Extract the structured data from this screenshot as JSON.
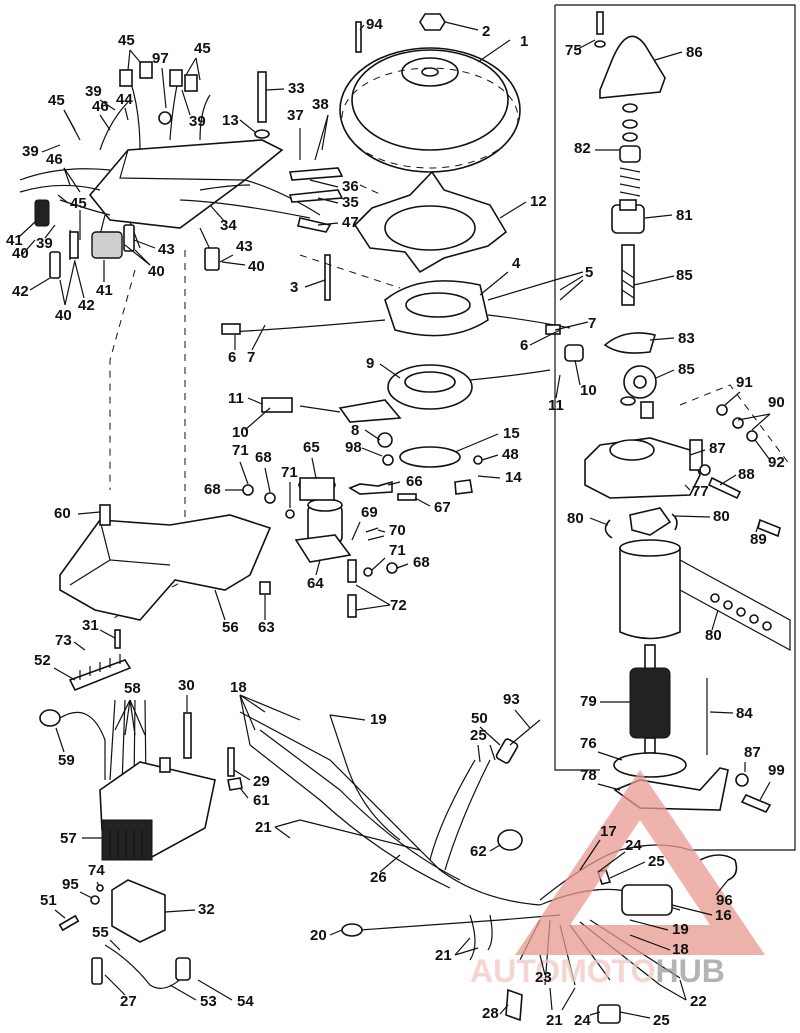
{
  "watermark": {
    "part1": "AUTO",
    "part2": "MOTO",
    "part3": "HUB",
    "color_light": "#f2c7c0",
    "color_dark": "#9a9a9a",
    "triangle_color": "#e79a90"
  },
  "labels": [
    {
      "id": "p1",
      "text": "1"
    },
    {
      "id": "p2",
      "text": "2"
    },
    {
      "id": "p3",
      "text": "3"
    },
    {
      "id": "p4",
      "text": "4"
    },
    {
      "id": "p5",
      "text": "5"
    },
    {
      "id": "p6a",
      "text": "6"
    },
    {
      "id": "p6b",
      "text": "6"
    },
    {
      "id": "p7a",
      "text": "7"
    },
    {
      "id": "p7b",
      "text": "7"
    },
    {
      "id": "p8",
      "text": "8"
    },
    {
      "id": "p9",
      "text": "9"
    },
    {
      "id": "p10a",
      "text": "10"
    },
    {
      "id": "p10b",
      "text": "10"
    },
    {
      "id": "p11a",
      "text": "11"
    },
    {
      "id": "p11b",
      "text": "11"
    },
    {
      "id": "p12",
      "text": "12"
    },
    {
      "id": "p13",
      "text": "13"
    },
    {
      "id": "p14",
      "text": "14"
    },
    {
      "id": "p15",
      "text": "15"
    },
    {
      "id": "p16",
      "text": "16"
    },
    {
      "id": "p17",
      "text": "17"
    },
    {
      "id": "p18a",
      "text": "18"
    },
    {
      "id": "p18b",
      "text": "18"
    },
    {
      "id": "p19a",
      "text": "19"
    },
    {
      "id": "p19b",
      "text": "19"
    },
    {
      "id": "p20",
      "text": "20"
    },
    {
      "id": "p21a",
      "text": "21"
    },
    {
      "id": "p21b",
      "text": "21"
    },
    {
      "id": "p21c",
      "text": "21"
    },
    {
      "id": "p22",
      "text": "22"
    },
    {
      "id": "p23",
      "text": "23"
    },
    {
      "id": "p24a",
      "text": "24"
    },
    {
      "id": "p24b",
      "text": "24"
    },
    {
      "id": "p25a",
      "text": "25"
    },
    {
      "id": "p25b",
      "text": "25"
    },
    {
      "id": "p25c",
      "text": "25"
    },
    {
      "id": "p26",
      "text": "26"
    },
    {
      "id": "p27",
      "text": "27"
    },
    {
      "id": "p28",
      "text": "28"
    },
    {
      "id": "p29",
      "text": "29"
    },
    {
      "id": "p30",
      "text": "30"
    },
    {
      "id": "p31",
      "text": "31"
    },
    {
      "id": "p32",
      "text": "32"
    },
    {
      "id": "p33",
      "text": "33"
    },
    {
      "id": "p34",
      "text": "34"
    },
    {
      "id": "p35",
      "text": "35"
    },
    {
      "id": "p36",
      "text": "36"
    },
    {
      "id": "p37",
      "text": "37"
    },
    {
      "id": "p38",
      "text": "38"
    },
    {
      "id": "p39a",
      "text": "39"
    },
    {
      "id": "p39b",
      "text": "39"
    },
    {
      "id": "p39c",
      "text": "39"
    },
    {
      "id": "p39d",
      "text": "39"
    },
    {
      "id": "p40a",
      "text": "40"
    },
    {
      "id": "p40b",
      "text": "40"
    },
    {
      "id": "p40c",
      "text": "40"
    },
    {
      "id": "p40d",
      "text": "40"
    },
    {
      "id": "p41a",
      "text": "41"
    },
    {
      "id": "p41b",
      "text": "41"
    },
    {
      "id": "p42a",
      "text": "42"
    },
    {
      "id": "p42b",
      "text": "42"
    },
    {
      "id": "p43a",
      "text": "43"
    },
    {
      "id": "p43b",
      "text": "43"
    },
    {
      "id": "p44",
      "text": "44"
    },
    {
      "id": "p45a",
      "text": "45"
    },
    {
      "id": "p45b",
      "text": "45"
    },
    {
      "id": "p45c",
      "text": "45"
    },
    {
      "id": "p45d",
      "text": "45"
    },
    {
      "id": "p46a",
      "text": "46"
    },
    {
      "id": "p46b",
      "text": "46"
    },
    {
      "id": "p47",
      "text": "47"
    },
    {
      "id": "p48",
      "text": "48"
    },
    {
      "id": "p50",
      "text": "50"
    },
    {
      "id": "p51",
      "text": "51"
    },
    {
      "id": "p52",
      "text": "52"
    },
    {
      "id": "p53",
      "text": "53"
    },
    {
      "id": "p54",
      "text": "54"
    },
    {
      "id": "p55",
      "text": "55"
    },
    {
      "id": "p56",
      "text": "56"
    },
    {
      "id": "p57",
      "text": "57"
    },
    {
      "id": "p58",
      "text": "58"
    },
    {
      "id": "p59",
      "text": "59"
    },
    {
      "id": "p60",
      "text": "60"
    },
    {
      "id": "p61",
      "text": "61"
    },
    {
      "id": "p62",
      "text": "62"
    },
    {
      "id": "p63",
      "text": "63"
    },
    {
      "id": "p64",
      "text": "64"
    },
    {
      "id": "p65",
      "text": "65"
    },
    {
      "id": "p66",
      "text": "66"
    },
    {
      "id": "p67",
      "text": "67"
    },
    {
      "id": "p68a",
      "text": "68"
    },
    {
      "id": "p68b",
      "text": "68"
    },
    {
      "id": "p68c",
      "text": "68"
    },
    {
      "id": "p69",
      "text": "69"
    },
    {
      "id": "p70",
      "text": "70"
    },
    {
      "id": "p71a",
      "text": "71"
    },
    {
      "id": "p71b",
      "text": "71"
    },
    {
      "id": "p71c",
      "text": "71"
    },
    {
      "id": "p72",
      "text": "72"
    },
    {
      "id": "p73",
      "text": "73"
    },
    {
      "id": "p74",
      "text": "74"
    },
    {
      "id": "p75",
      "text": "75"
    },
    {
      "id": "p76",
      "text": "76"
    },
    {
      "id": "p77",
      "text": "77"
    },
    {
      "id": "p78",
      "text": "78"
    },
    {
      "id": "p79",
      "text": "79"
    },
    {
      "id": "p80a",
      "text": "80"
    },
    {
      "id": "p80b",
      "text": "80"
    },
    {
      "id": "p80c",
      "text": "80"
    },
    {
      "id": "p81",
      "text": "81"
    },
    {
      "id": "p82",
      "text": "82"
    },
    {
      "id": "p83",
      "text": "83"
    },
    {
      "id": "p84",
      "text": "84"
    },
    {
      "id": "p85a",
      "text": "85"
    },
    {
      "id": "p85b",
      "text": "85"
    },
    {
      "id": "p86",
      "text": "86"
    },
    {
      "id": "p87a",
      "text": "87"
    },
    {
      "id": "p87b",
      "text": "87"
    },
    {
      "id": "p88",
      "text": "88"
    },
    {
      "id": "p89",
      "text": "89"
    },
    {
      "id": "p90",
      "text": "90"
    },
    {
      "id": "p91",
      "text": "91"
    },
    {
      "id": "p92",
      "text": "92"
    },
    {
      "id": "p93",
      "text": "93"
    },
    {
      "id": "p94",
      "text": "94"
    },
    {
      "id": "p95",
      "text": "95"
    },
    {
      "id": "p96",
      "text": "96"
    },
    {
      "id": "p97",
      "text": "97"
    },
    {
      "id": "p98",
      "text": "98"
    },
    {
      "id": "p99",
      "text": "99"
    }
  ]
}
